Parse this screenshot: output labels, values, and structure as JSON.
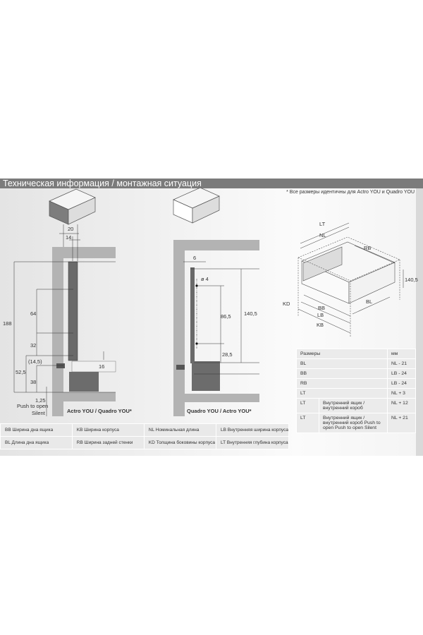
{
  "header": {
    "title": "Техническая информация / монтажная ситуация",
    "note": "* Все размеры идентичны для Actro YOU и Quadro YOU"
  },
  "left_drawing": {
    "caption": "Actro YOU / Quadro YOU*",
    "dims": {
      "w20": "20",
      "w14": "14",
      "h188": "188",
      "h64": "64",
      "h32": "32",
      "h14_5": "(14,5)",
      "h52_5": "52,5",
      "h38": "38",
      "h16": "16",
      "h1_25": "1,25",
      "push": "Push to open",
      "silent": "Silent"
    }
  },
  "middle_drawing": {
    "caption": "Quadro YOU / Actro YOU*",
    "dims": {
      "w6": "6",
      "d4": "ø 4",
      "h86_5": "86,5",
      "h140_5": "140,5",
      "h28_5": "28,5"
    }
  },
  "iso_drawing": {
    "labels": {
      "LT": "LT",
      "NL": "NL",
      "RB": "RB",
      "h140_5": "140,5",
      "KD": "KD",
      "BB": "BB",
      "LB": "LB",
      "KB": "KB",
      "BL": "BL"
    }
  },
  "dims_table": {
    "header": [
      "Размеры",
      "мм"
    ],
    "rows": [
      {
        "code": "BL",
        "desc": "",
        "value": "NL - 21"
      },
      {
        "code": "BB",
        "desc": "",
        "value": "LB - 24"
      },
      {
        "code": "RB",
        "desc": "",
        "value": "LB - 24"
      },
      {
        "code": "LT",
        "desc": "",
        "value": "NL + 3"
      },
      {
        "code": "LT",
        "desc": "Внутренний ящик / внутренний короб",
        "value": "NL + 12"
      },
      {
        "code": "LT",
        "desc": "Внутренний ящик / внутренний короб Push to open Push to open Silent",
        "value": "NL + 21"
      }
    ]
  },
  "legend": [
    [
      "BB Ширина дна ящика",
      "KB Ширина корпуса",
      "NL Номинальная длина",
      "LB Внутренняя ширина корпуса"
    ],
    [
      "BL Длина дна ящика",
      "RB Ширина задней стенки",
      "KD Толщина боковины корпуса",
      "LT Внутренняя глубина корпуса"
    ]
  ]
}
